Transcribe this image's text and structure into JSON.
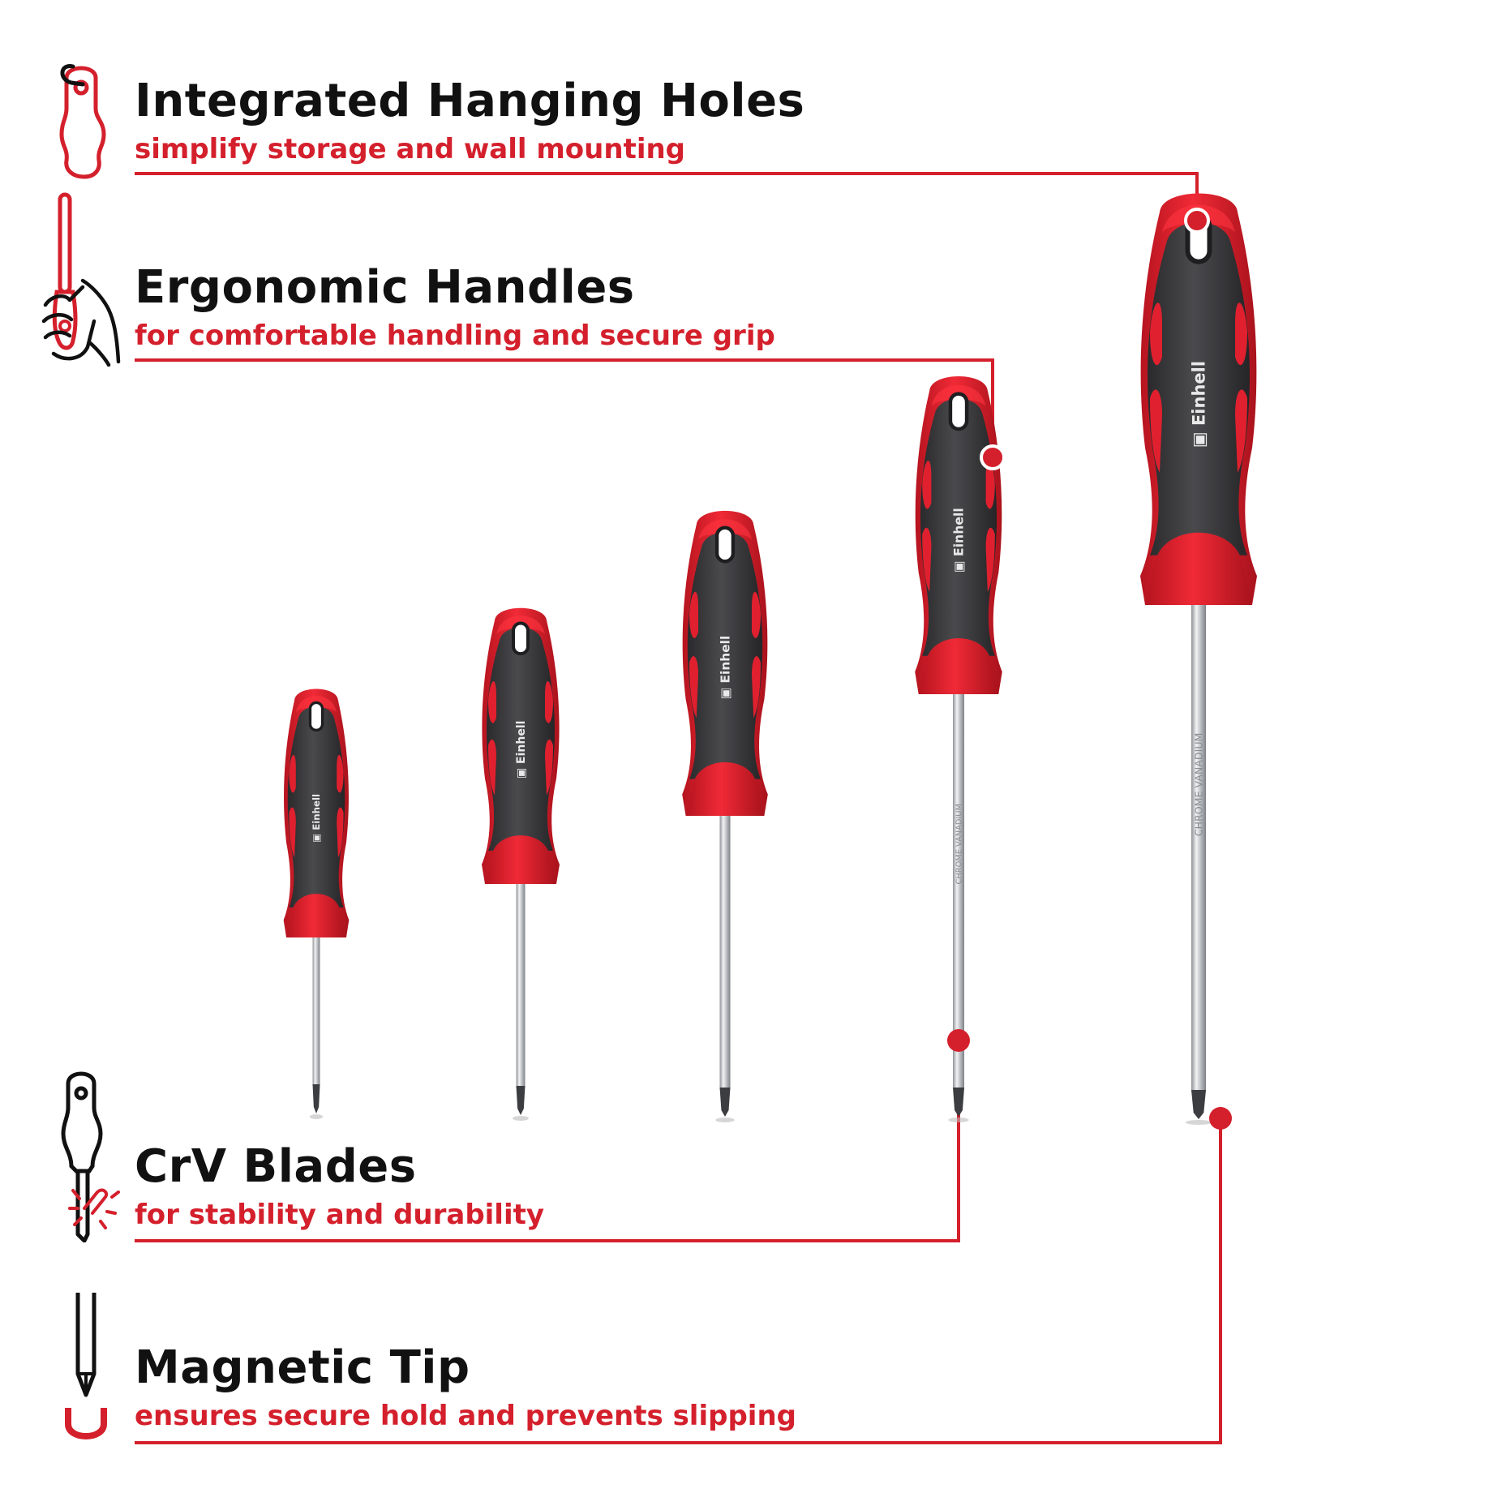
{
  "colors": {
    "accent": "#d4202c",
    "text": "#111111",
    "handle_dark": "#3a3a3c",
    "handle_red": "#e0202e",
    "steel": "#c9ccd0"
  },
  "features": [
    {
      "title": "Integrated Hanging Holes",
      "subtitle": "simplify storage and wall mounting",
      "icon": "hanging-hook-icon"
    },
    {
      "title": "Ergonomic Handles",
      "subtitle": "for comfortable handling and secure grip",
      "icon": "hand-grip-icon"
    },
    {
      "title": "CrV Blades",
      "subtitle": "for stability and durability",
      "icon": "blade-strength-icon"
    },
    {
      "title": "Magnetic Tip",
      "subtitle": "ensures secure hold and prevents slipping",
      "icon": "magnet-tip-icon"
    }
  ],
  "brand": "Einhell",
  "shaft_marking": "CHROME VANADIUM"
}
